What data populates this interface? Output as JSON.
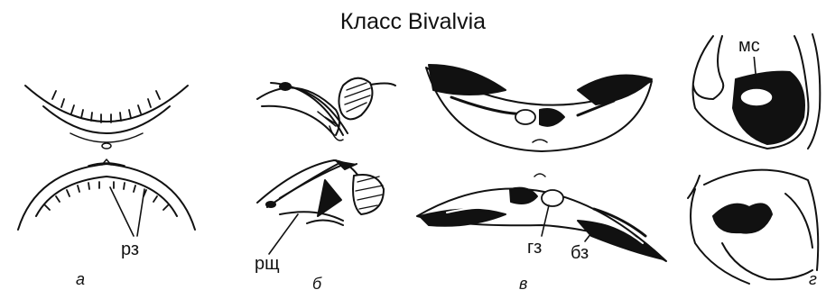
{
  "title": "Класс  Bivalvia",
  "panels": [
    {
      "letter": "а",
      "labels": [
        "рз"
      ]
    },
    {
      "letter": "б",
      "labels": [
        "рщ"
      ]
    },
    {
      "letter": "в",
      "labels": [
        "гз",
        "бз"
      ]
    },
    {
      "letter": "г",
      "labels": [
        "мс"
      ]
    }
  ]
}
